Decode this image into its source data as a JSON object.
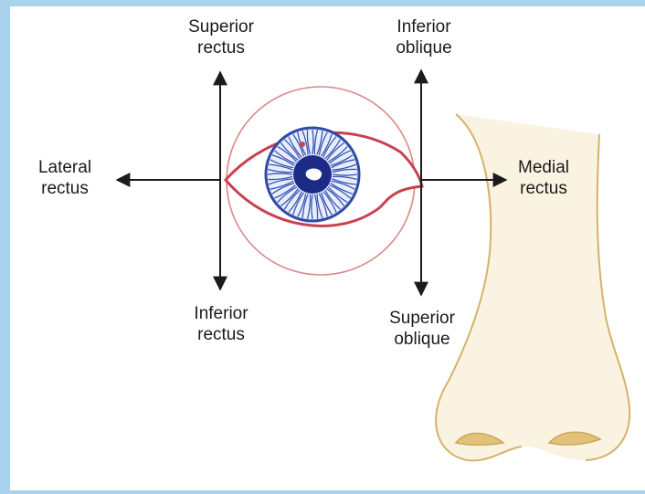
{
  "labels": {
    "superior_rectus": [
      "Superior",
      "rectus"
    ],
    "inferior_oblique": [
      "Inferior",
      "oblique"
    ],
    "lateral_rectus": [
      "Lateral",
      "rectus"
    ],
    "medial_rectus": [
      "Medial",
      "rectus"
    ],
    "inferior_rectus": [
      "Inferior",
      "rectus"
    ],
    "superior_oblique": [
      "Superior",
      "oblique"
    ]
  },
  "colors": {
    "background_border": "#a9d3ec",
    "arrow": "#1b1b1b",
    "eyelid": "#c8414e",
    "orbit_circle": "#d98a8a",
    "iris": "#2f4aa8",
    "pupil": "#1c2b86",
    "nose_outline": "#d4b36a",
    "nose_fill": "#f4ead2"
  }
}
